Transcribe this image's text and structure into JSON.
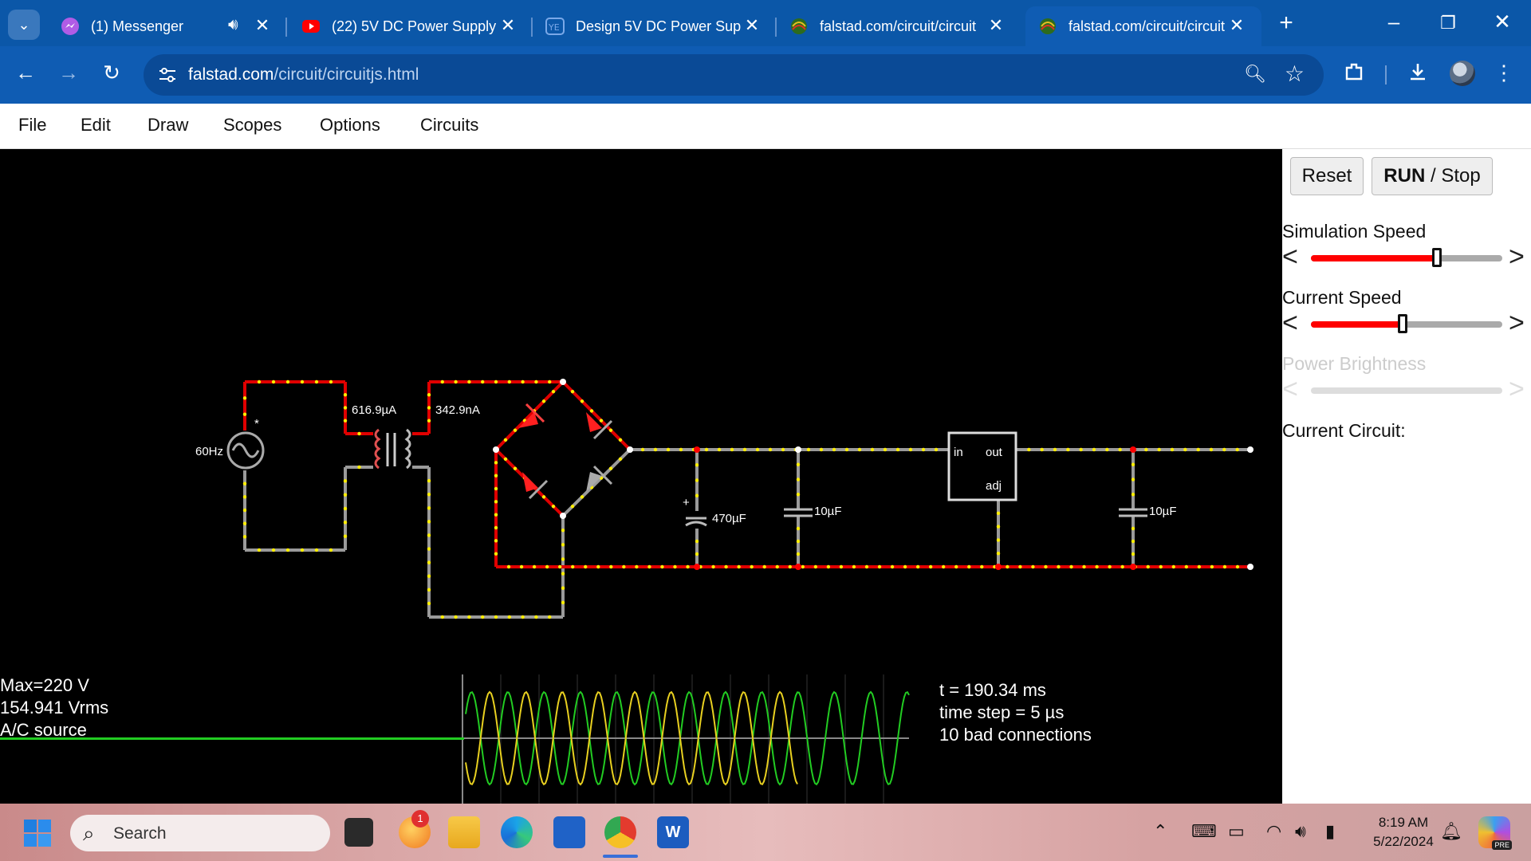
{
  "browser": {
    "tabs": [
      {
        "title": "(1) Messenger",
        "active": false
      },
      {
        "title": "(22) 5V DC Power Supply",
        "active": false
      },
      {
        "title": "Design 5V DC Power Sup",
        "active": false
      },
      {
        "title": "falstad.com/circuit/circuit",
        "active": false
      },
      {
        "title": "falstad.com/circuit/circuit",
        "active": true
      }
    ],
    "url_host": "falstad.com",
    "url_path": "/circuit/circuitjs.html",
    "icons": {
      "tab_search": "chevron-down-icon",
      "audio": "speaker-icon",
      "back": "back-arrow-icon",
      "forward": "forward-arrow-icon",
      "reload": "reload-icon",
      "site_info": "tune-icon",
      "zoom": "zoom-icon",
      "bookmark": "star-icon",
      "extensions": "puzzle-icon",
      "downloads": "download-icon",
      "menu": "kebab-menu-icon"
    },
    "colors": {
      "frame": "#0b57a8",
      "toolbar": "#0f5cb3"
    }
  },
  "app_menu": [
    "File",
    "Edit",
    "Draw",
    "Scopes",
    "Options",
    "Circuits"
  ],
  "circuit": {
    "source_label": "60Hz",
    "transformer_primary_current": "616.9µA",
    "transformer_secondary_current": "342.9nA",
    "cap1_label": "470µF",
    "cap2_label": "10µF",
    "cap3_label": "10µF",
    "regulator_in": "in",
    "regulator_out": "out",
    "regulator_adj": "adj",
    "colors": {
      "wire_hot": "#e00000",
      "wire_neutral": "#9a9a9a",
      "dots": "#ffee00",
      "text": "#ffffff"
    }
  },
  "scope": {
    "max": "Max=220 V",
    "rms": "154.941 Vrms",
    "name": "A/C source",
    "time": "t = 190.34 ms",
    "timestep": "time step = 5 µs",
    "bad": "10 bad connections",
    "colors": {
      "voltage": "#22cc22",
      "current": "#e8d020"
    }
  },
  "panel": {
    "reset": "Reset",
    "run": "RUN",
    "run_sep": " / ",
    "stop": "Stop",
    "sim_speed_label": "Simulation Speed",
    "sim_speed_level": 0.66,
    "current_speed_label": "Current Speed",
    "current_speed_level": 0.48,
    "power_brightness_label": "Power Brightness",
    "current_circuit_label": "Current Circuit:"
  },
  "taskbar": {
    "search_placeholder": "Search",
    "time": "8:19 AM",
    "date": "5/22/2024",
    "badge": "1",
    "copilot_tag": "PRE"
  }
}
